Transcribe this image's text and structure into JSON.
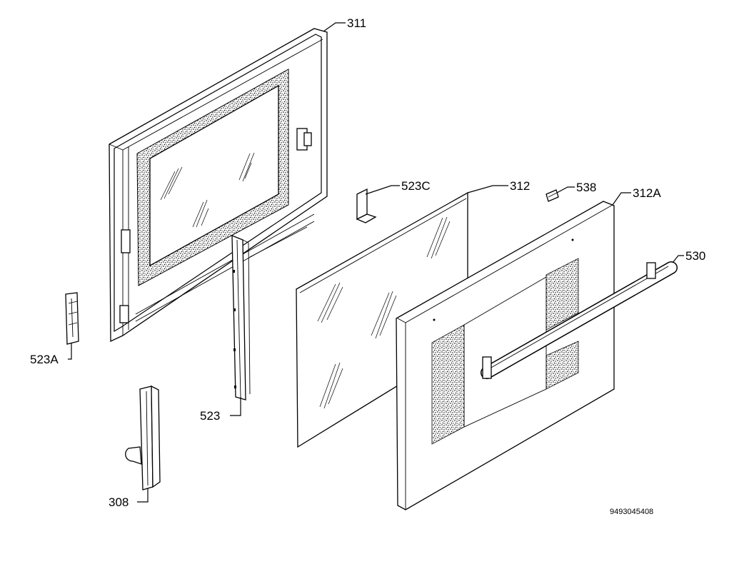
{
  "diagram": {
    "labels": {
      "p311": "311",
      "p312": "312",
      "p312a": "312A",
      "p523c": "523C",
      "p538": "538",
      "p530": "530",
      "p523a": "523A",
      "p523": "523",
      "p308": "308"
    },
    "drawing_code": "9493045408"
  }
}
